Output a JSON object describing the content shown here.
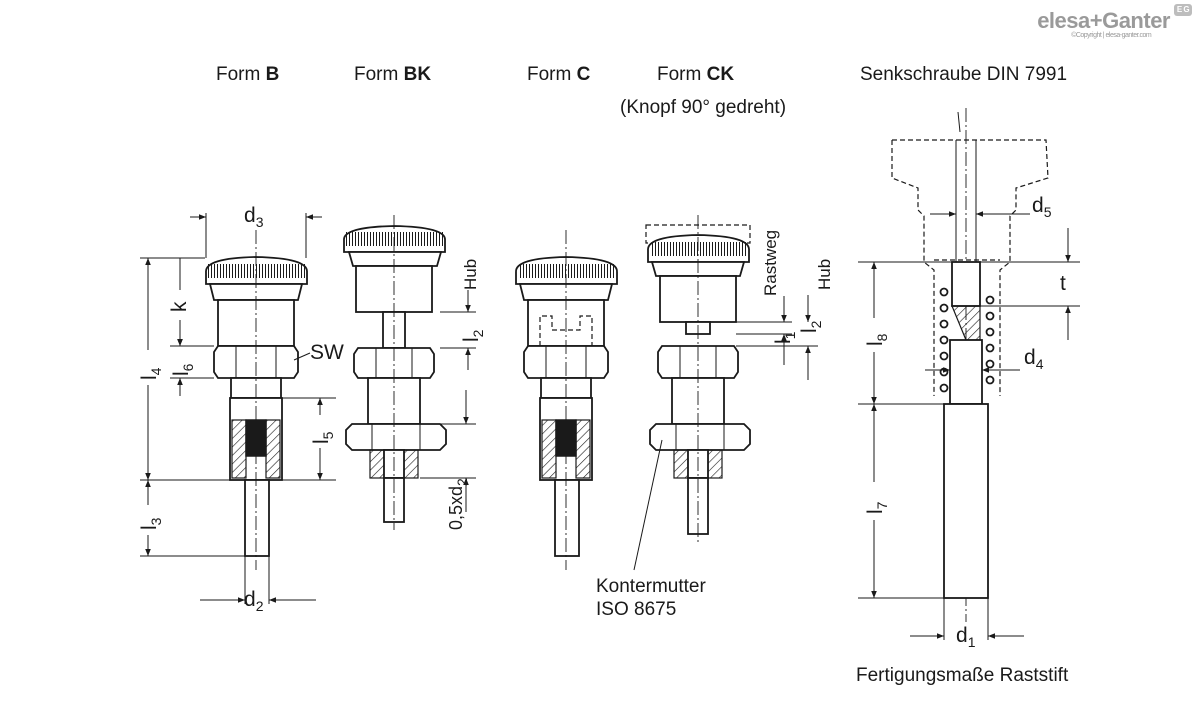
{
  "brand": {
    "logo_text": "elesa+Ganter",
    "copyright": "©Copyright | elesa-ganter.com",
    "mark": "E G"
  },
  "headings": {
    "form_b_prefix": "Form ",
    "form_b_letter": "B",
    "form_bk_prefix": "Form ",
    "form_bk_letter": "BK",
    "form_c_prefix": "Form ",
    "form_c_letter": "C",
    "form_ck_prefix": "Form ",
    "form_ck_letter": "CK",
    "form_ck_note": "(Knopf 90° gedreht)",
    "screw": "Senkschraube DIN 7991"
  },
  "dimensions": {
    "d3": {
      "base": "d",
      "sub": "3"
    },
    "k": "k",
    "l4": {
      "base": "l",
      "sub": "4"
    },
    "l6": {
      "base": "l",
      "sub": "6"
    },
    "sw": "SW",
    "l5": {
      "base": "l",
      "sub": "5"
    },
    "l3": {
      "base": "l",
      "sub": "3"
    },
    "d2": {
      "base": "d",
      "sub": "2"
    },
    "hub": "Hub",
    "l2": {
      "base": "l",
      "sub": "2"
    },
    "half_d2": {
      "base": "0,5xd",
      "sub": "2"
    },
    "rastweg": "Rastweg",
    "l1": {
      "base": "l",
      "sub": "1"
    },
    "hub_ck": "Hub",
    "l2_ck": {
      "base": "l",
      "sub": "2"
    },
    "d5": {
      "base": "d",
      "sub": "5"
    },
    "t": "t",
    "l8": {
      "base": "l",
      "sub": "8"
    },
    "d4": {
      "base": "d",
      "sub": "4"
    },
    "l7": {
      "base": "l",
      "sub": "7"
    },
    "d1": {
      "base": "d",
      "sub": "1"
    }
  },
  "callouts": {
    "locknut_line1": "Kontermutter",
    "locknut_line2": "ISO 8675",
    "footer": "Fertigungsmaße Raststift"
  }
}
